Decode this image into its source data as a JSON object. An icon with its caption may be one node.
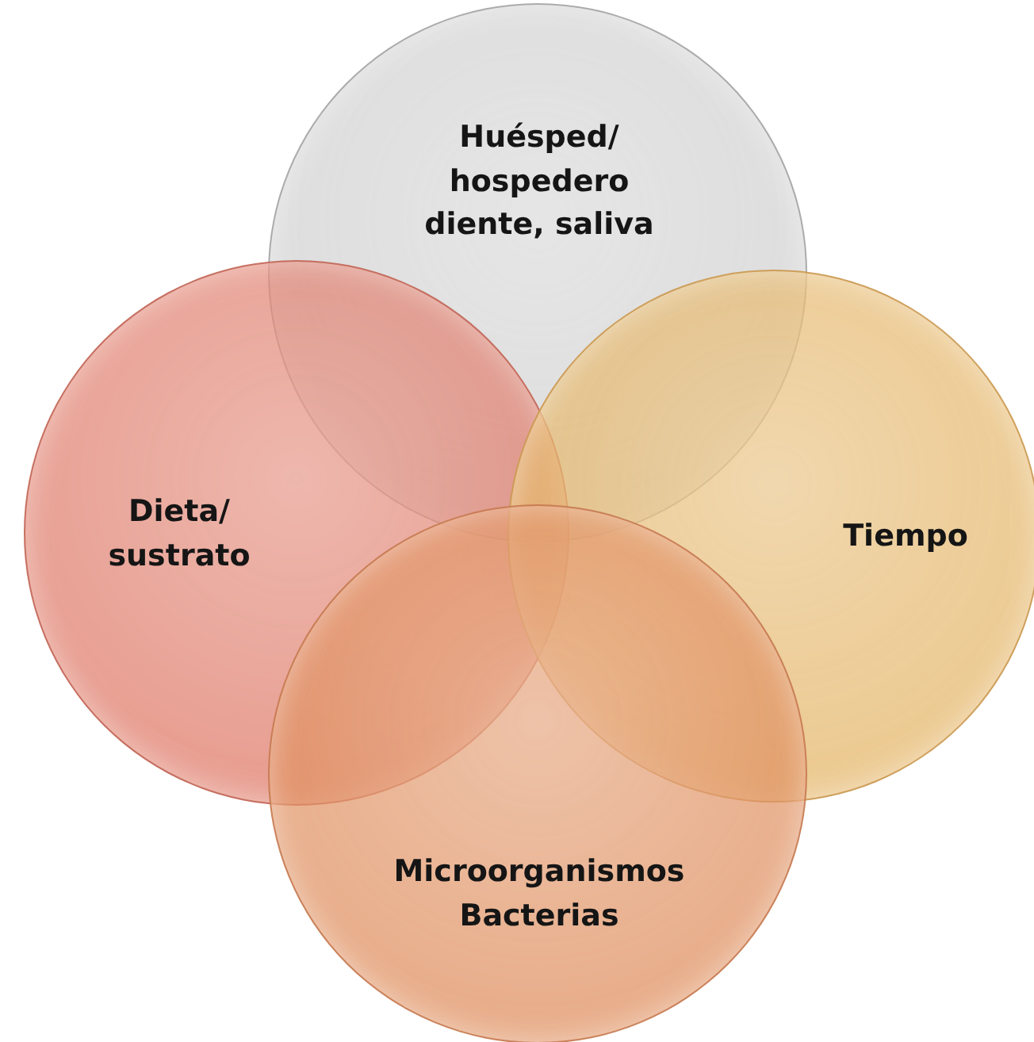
{
  "diagram": {
    "nodes": [
      {
        "text": [
          "Huésped/ hospedero diente, saliva"
        ]
      },
      {
        "text": [
          "Dieta/ sustrato"
        ]
      },
      {
        "text": [
          "Tiempo"
        ]
      },
      {
        "text": [
          "Microorganismos Bacterias"
        ]
      }
    ]
  }
}
